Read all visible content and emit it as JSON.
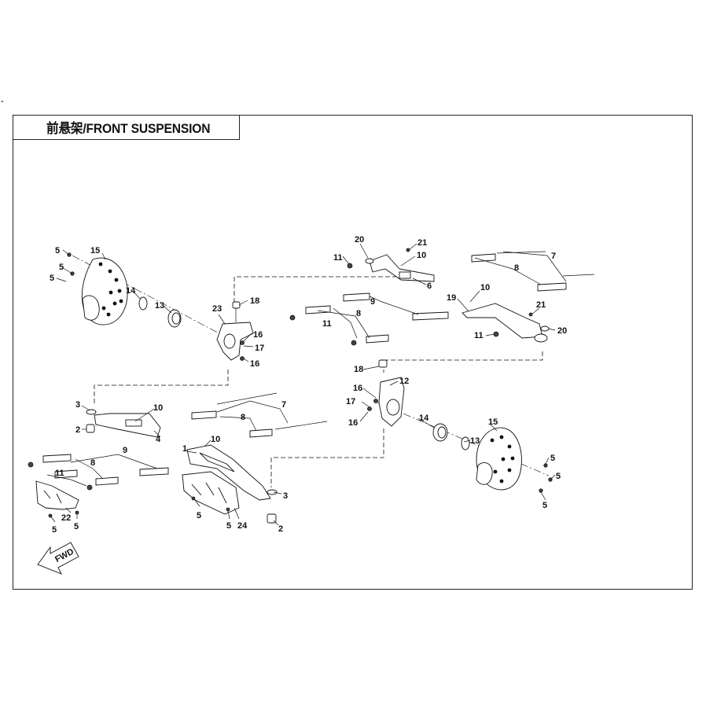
{
  "title": "前悬架/FRONT SUSPENSION",
  "fwd_label": "FWD",
  "callouts": {
    "c1": "1",
    "c2": "2",
    "c3": "3",
    "c4": "4",
    "c5": "5",
    "c6": "6",
    "c7": "7",
    "c8": "8",
    "c9": "9",
    "c10": "10",
    "c11": "11",
    "c12": "12",
    "c13": "13",
    "c14": "14",
    "c15": "15",
    "c16": "16",
    "c17": "17",
    "c18": "18",
    "c19": "19",
    "c20": "20",
    "c21": "21",
    "c22": "22",
    "c23": "23",
    "c24": "24"
  }
}
